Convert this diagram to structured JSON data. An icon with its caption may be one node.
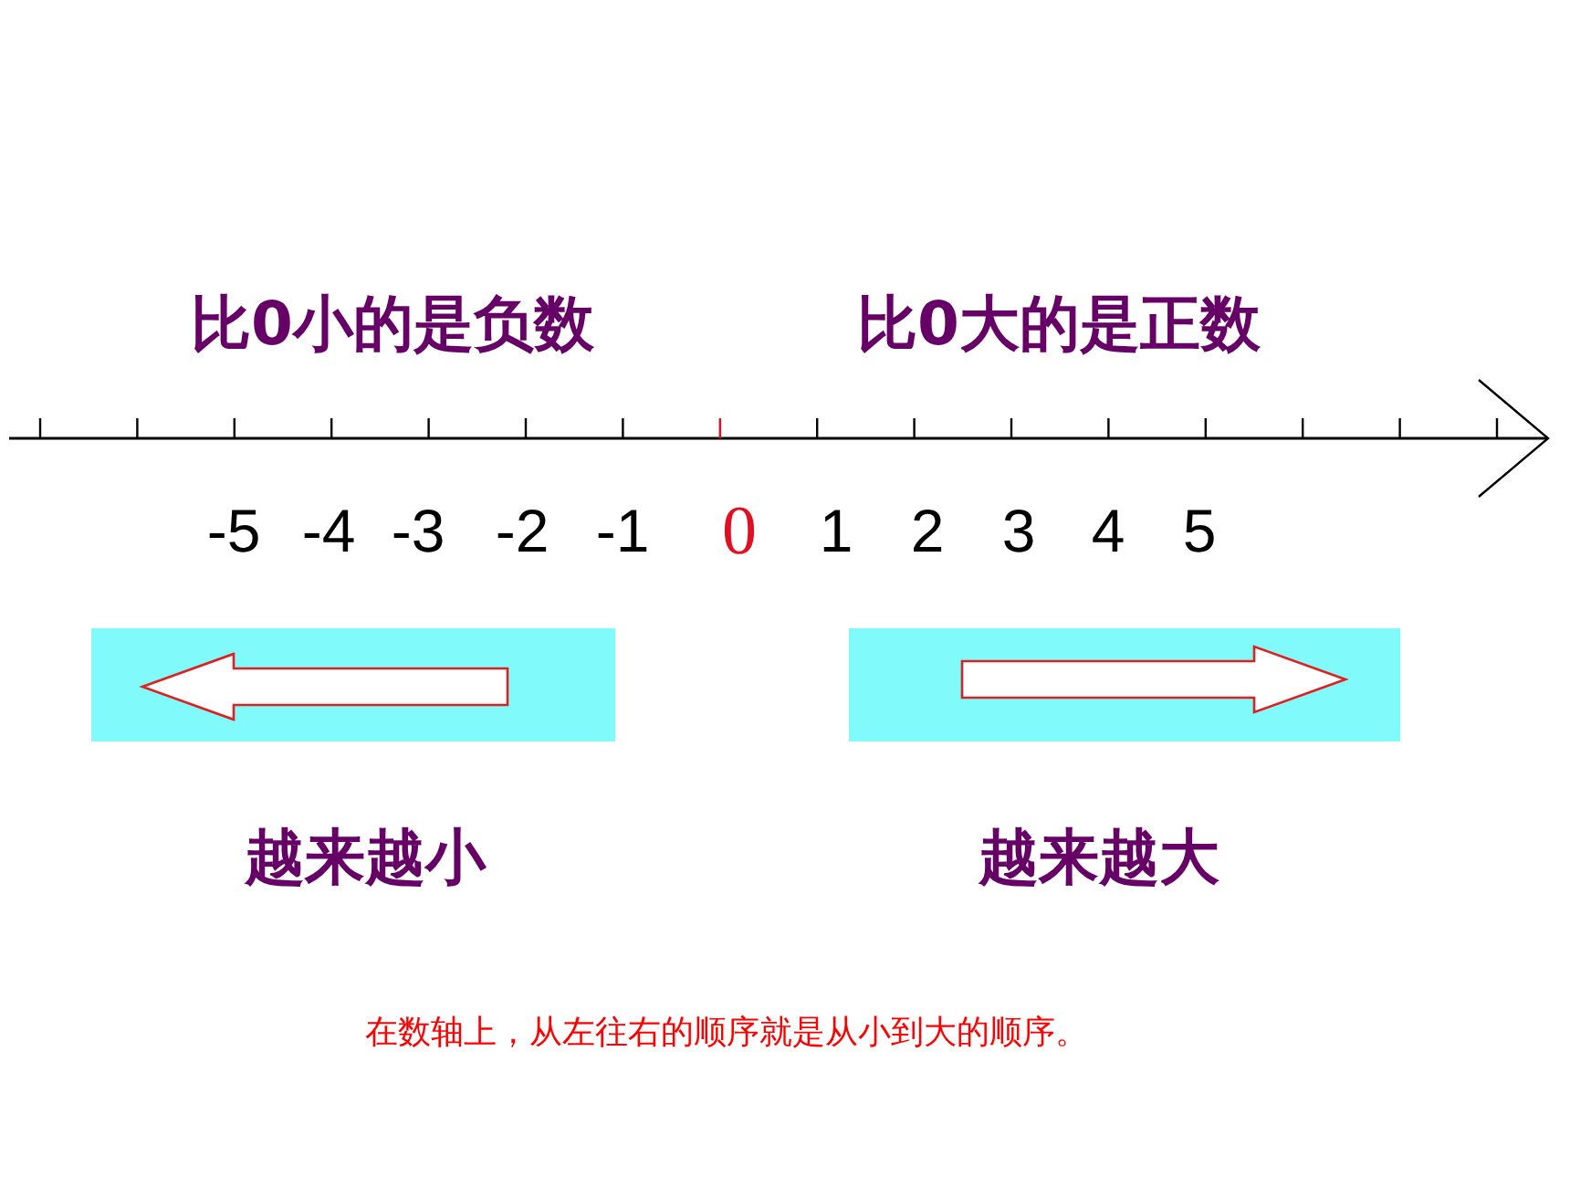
{
  "diagram": {
    "caption": "在数轴上，从左往右的顺序就是从小到大的顺序。",
    "labels": [
      "比0小的是负数",
      "比0大的是正数",
      "-5",
      "-4",
      "-3",
      "-2",
      "-1",
      "0",
      "1",
      "2",
      "3",
      "4",
      "5",
      "越来越小",
      "越来越大"
    ]
  }
}
